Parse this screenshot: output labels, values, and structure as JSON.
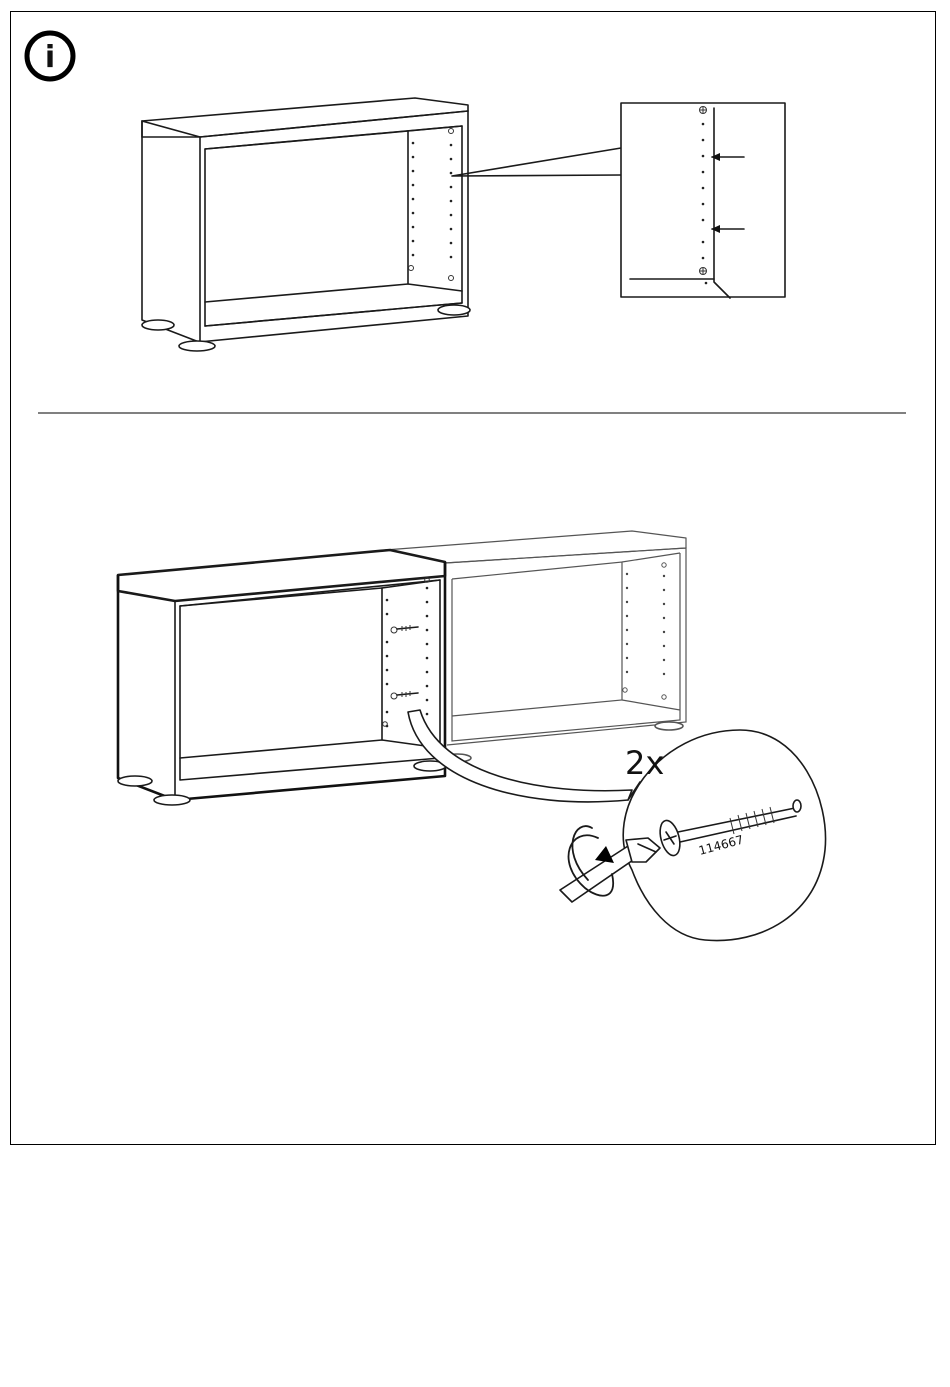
{
  "info_icon": {
    "name": "info-icon",
    "glyph": "i"
  },
  "step": {
    "quantity_label": "2x",
    "part_number": "114667"
  },
  "colors": {
    "line": "#1a1a1a",
    "background": "#ffffff"
  }
}
